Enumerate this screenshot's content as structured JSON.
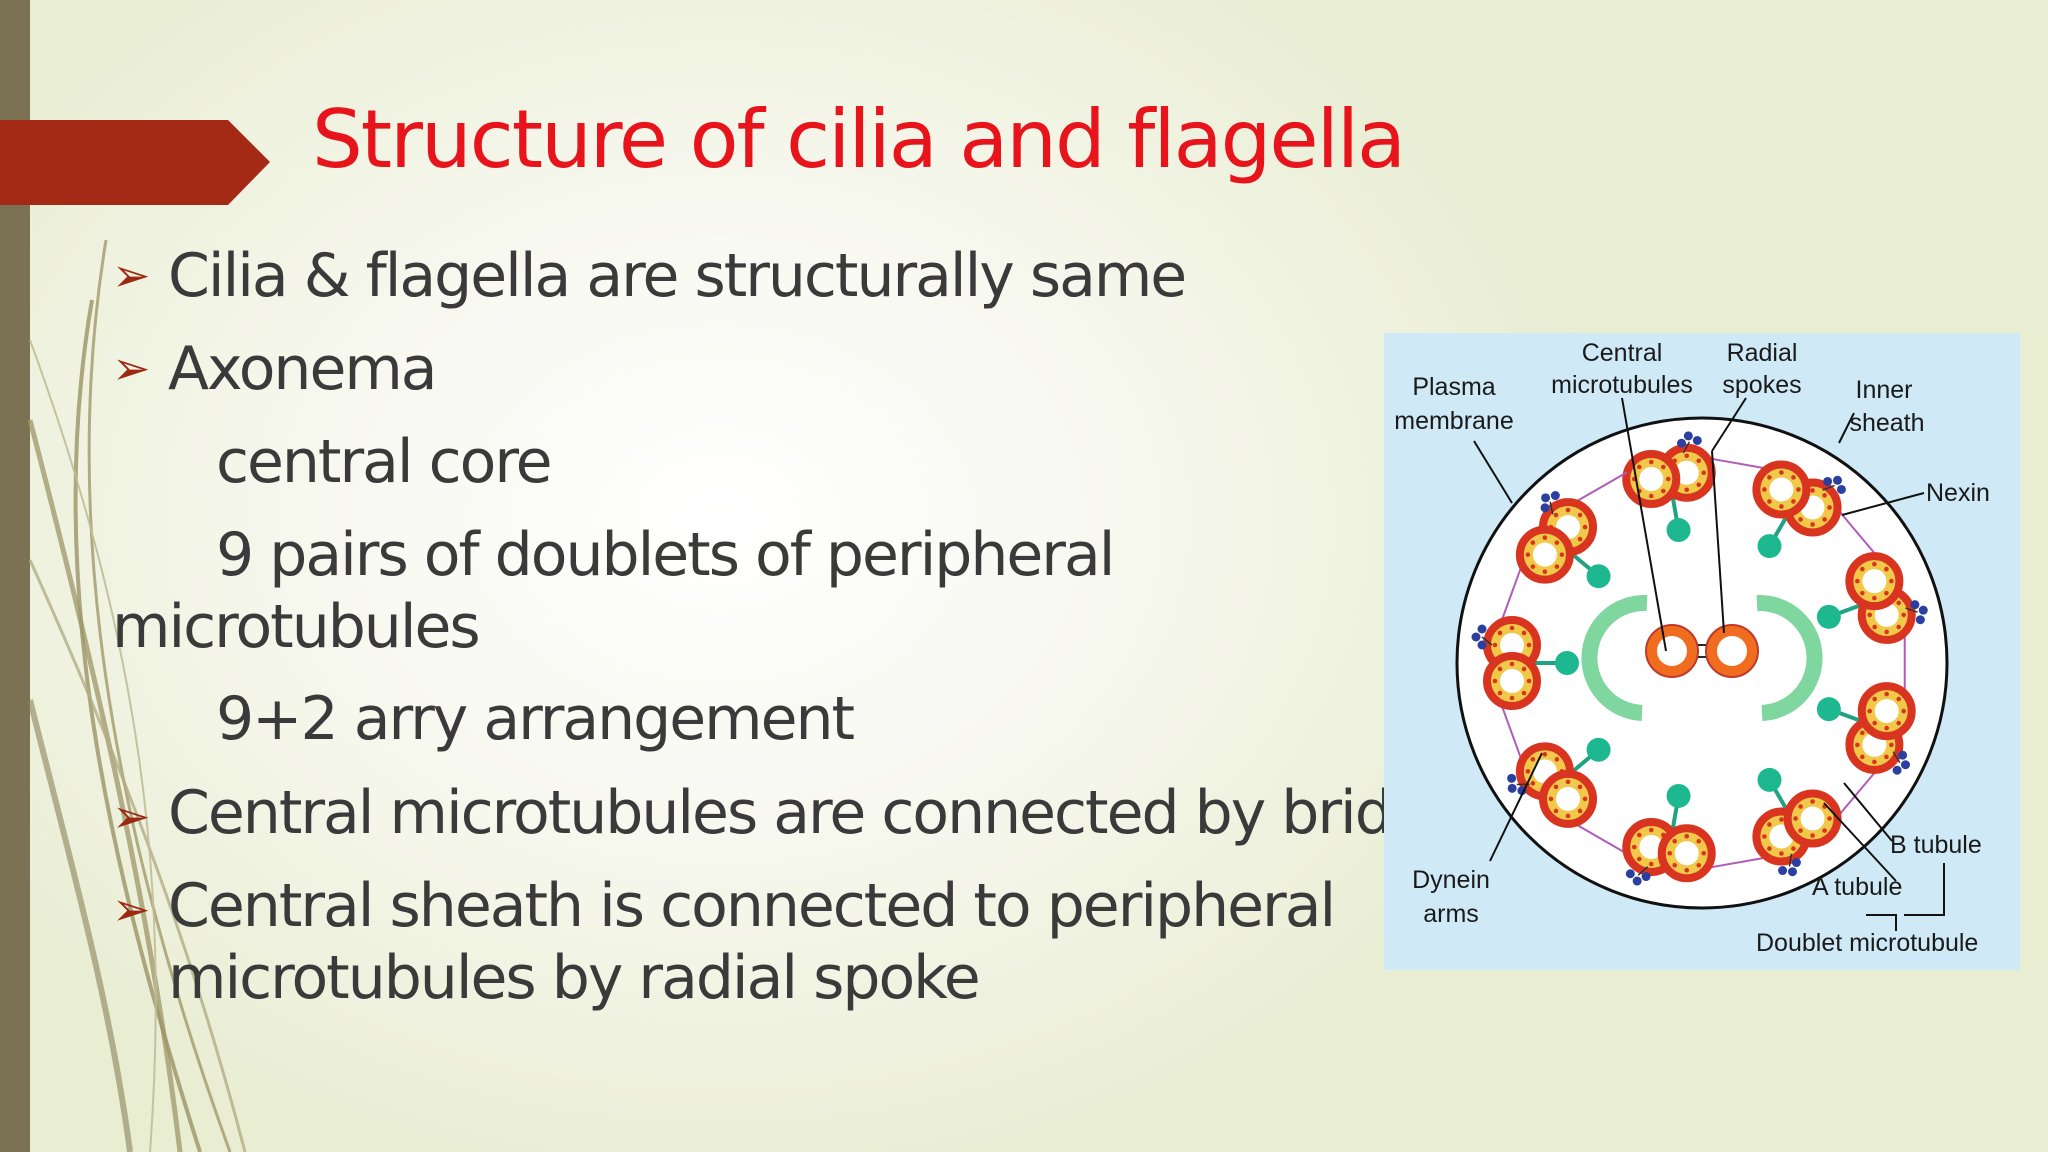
{
  "slide": {
    "title": "Structure of cilia and flagella",
    "colors": {
      "title": "#e8141c",
      "accent_arrow": "#a42a15",
      "left_bar": "#7a7252",
      "text": "#3a3a3a"
    },
    "bullet_icon": "arrowhead-bullet-icon",
    "lines": [
      "Cilia & flagella are structurally same",
      "Axonema",
      "central core",
      "9 pairs of doublets of peripheral",
      "microtubules",
      "9+2 arry arrangement",
      "Central microtubules are connected by bridge",
      "Central sheath is connected to peripheral",
      "microtubules by radial spoke"
    ]
  },
  "figure": {
    "labels": {
      "central_microtubules": [
        "Central",
        "microtubules"
      ],
      "radial_spokes": [
        "Radial",
        "spokes"
      ],
      "plasma_membrane": [
        "Plasma",
        "membrane"
      ],
      "inner_sheath": [
        "Inner",
        "sheath"
      ],
      "nexin": "Nexin",
      "b_tubule": "B tubule",
      "a_tubule": "A tubule",
      "dynein_arms": [
        "Dynein",
        "arms"
      ],
      "doublet_microtubule": "Doublet microtubule"
    }
  }
}
